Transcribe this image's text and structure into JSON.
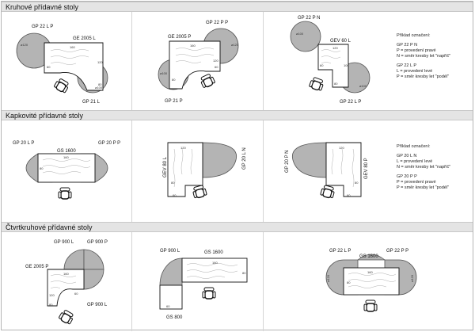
{
  "sections": [
    {
      "title": "Kruhové přídavné stoly"
    },
    {
      "title": "Kapkovité přídavné stoly"
    },
    {
      "title": "Čtvrtkruhové přídavné stoly"
    }
  ],
  "kruhove": {
    "p1": {
      "a": "GP 22 L P",
      "b": "GE 2005 L",
      "c": "GP 21 L",
      "d160": "160",
      "d120": "120",
      "d60": "60",
      "d80": "80",
      "dia": "ø120",
      "dia2": "ø100"
    },
    "p2": {
      "a": "GP 22 P P",
      "b": "GE 2005 P",
      "c": "GP 21 P",
      "d160": "160",
      "d120": "120",
      "d60": "60",
      "d80": "80",
      "dia": "ø120",
      "dia2": "ø100"
    },
    "p3": {
      "a": "GP 22 P N",
      "b": "GEV 60 L",
      "c": "GP 22 L P",
      "d120": "120",
      "d100": "100",
      "d60": "60",
      "d80": "80",
      "dia": "ø100",
      "dia2": "ø100"
    },
    "legend": [
      "Příklad označení:",
      "",
      "GP 22 P N",
      "P = provedení pravé",
      "N = směr kresby let \"napříč\"",
      "",
      "GP 22 L P",
      "L = provedení levé",
      "P = směr kresby let \"podél\""
    ]
  },
  "kapkovite": {
    "p1": {
      "a": "GP 20 L P",
      "b": "GS 1600",
      "c": "GP 20 P P",
      "d160": "160",
      "d80": "80"
    },
    "p2": {
      "a": "GEV 80 L",
      "b": "GP 20 L N",
      "d120": "120",
      "d80": "80",
      "d60": "60"
    },
    "p3": {
      "a": "GP 20 P N",
      "b": "GEV 80 P",
      "d120": "120",
      "d80": "80",
      "d60": "60"
    },
    "legend": [
      "Příklad označení:",
      "",
      "GP 20 L N",
      "L = provedení levé",
      "N = směr kresby let \"napříč\"",
      "",
      "GP 20 P P",
      "P = provedení pravé",
      "P = směr kresby let \"podél\""
    ]
  },
  "ctvrtkruhove": {
    "p1": {
      "a": "GP 900 L",
      "b": "GP 900 P",
      "c": "GE 2005 P",
      "d": "GP 900 L",
      "d160": "160",
      "d120": "120",
      "d60": "60",
      "d80": "80"
    },
    "p2": {
      "a": "GP 900 L",
      "b": "GS 1600",
      "c": "GS 800",
      "d160": "160",
      "d80": "80",
      "d60": "60"
    },
    "p3": {
      "a": "GP 22 L P",
      "b": "GS 1600",
      "c": "GP 22 P P",
      "d160": "160",
      "d80": "80",
      "dia": "ø120",
      "dia2": "ø120"
    }
  }
}
